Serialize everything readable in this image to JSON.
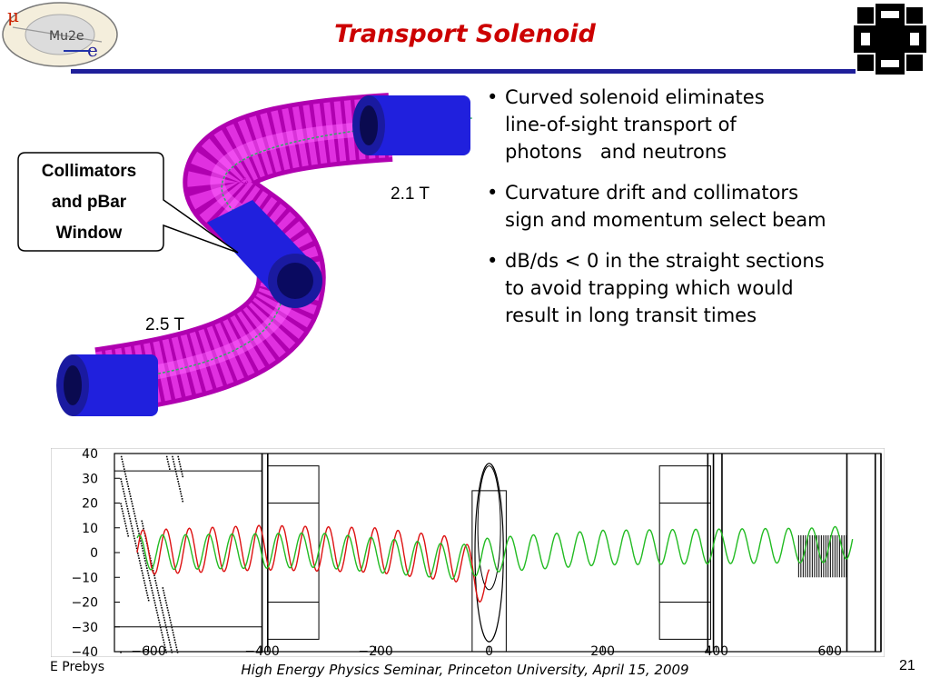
{
  "slide": {
    "title": "Transport Solenoid",
    "page_number": "21",
    "footer_left": "E Prebys",
    "footer_center": "High Energy Physics Seminar, Princeton University, April 15, 2009"
  },
  "logos": {
    "left_text": "Mu2e",
    "left_glyph_mu": "μ",
    "left_glyph_e": "e",
    "right_icon": "fermilab-logo-icon"
  },
  "figure": {
    "label_upper": "2.1 T",
    "label_lower": "2.5 T",
    "callout_lines": [
      "Collimators",
      "and pBar",
      "Window"
    ]
  },
  "bullets": [
    {
      "lines": [
        "Curved solenoid eliminates",
        "line-of-sight transport of",
        "photons   and neutrons"
      ]
    },
    {
      "lines": [
        "Curvature drift and collimators",
        "sign and momentum select beam"
      ]
    },
    {
      "lines": [
        "dB/ds < 0 in the straight sections",
        "to avoid trapping which would",
        "result in long transit times"
      ]
    }
  ],
  "chart_data": {
    "type": "line",
    "title": "",
    "xlabel": "",
    "ylabel": "",
    "xlim": [
      -660,
      690
    ],
    "ylim": [
      -40,
      40
    ],
    "x_ticks": [
      -600,
      -400,
      -200,
      0,
      200,
      400,
      600
    ],
    "x_tick_labels": [
      "−600",
      "−400",
      "−200",
      "0",
      "200",
      "400",
      "600"
    ],
    "y_ticks": [
      40,
      30,
      20,
      10,
      0,
      -10,
      -20,
      -30,
      -40
    ],
    "y_tick_labels": [
      "40",
      "30",
      "20",
      "10",
      "0",
      "−10",
      "−20",
      "−30",
      "−40"
    ],
    "series": [
      {
        "color": "#dd1111",
        "x": [
          -620,
          -400,
          -200,
          -50,
          0
        ],
        "y": [
          0,
          2,
          1,
          -3,
          -15
        ]
      },
      {
        "color": "#22bb22",
        "x": [
          -620,
          -300,
          -50,
          0,
          200,
          600,
          640
        ],
        "y": [
          0,
          1,
          -4,
          -1,
          2,
          3,
          5
        ]
      }
    ],
    "colors": {
      "accent": "#1f1f9a",
      "title": "#cc0000",
      "solenoid": "#e020e0",
      "ends": "#2020e0"
    }
  }
}
